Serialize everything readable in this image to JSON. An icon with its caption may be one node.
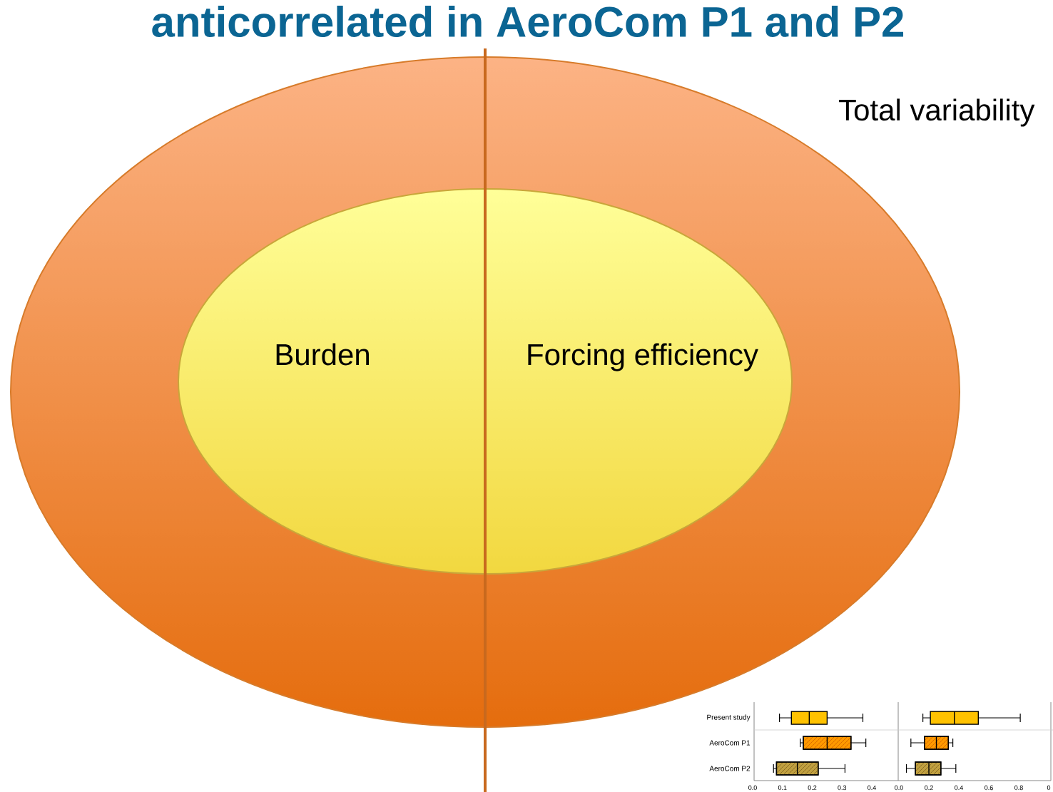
{
  "diagram": {
    "title": "anticorrelated in AeroCom P1 and P2",
    "nodes": [
      {
        "text": [
          "Total variability"
        ]
      },
      {
        "text": [
          "Burden",
          "Forcing efficiency"
        ],
        "in": 0
      }
    ],
    "labels": [
      "Present study",
      "AeroCom P1",
      "AeroCom P2",
      "0.0",
      "0.1",
      "0.2",
      "0.3",
      "0.4",
      "0.0",
      "0.2",
      "0.4",
      "0.6",
      "0.8",
      "0"
    ]
  }
}
